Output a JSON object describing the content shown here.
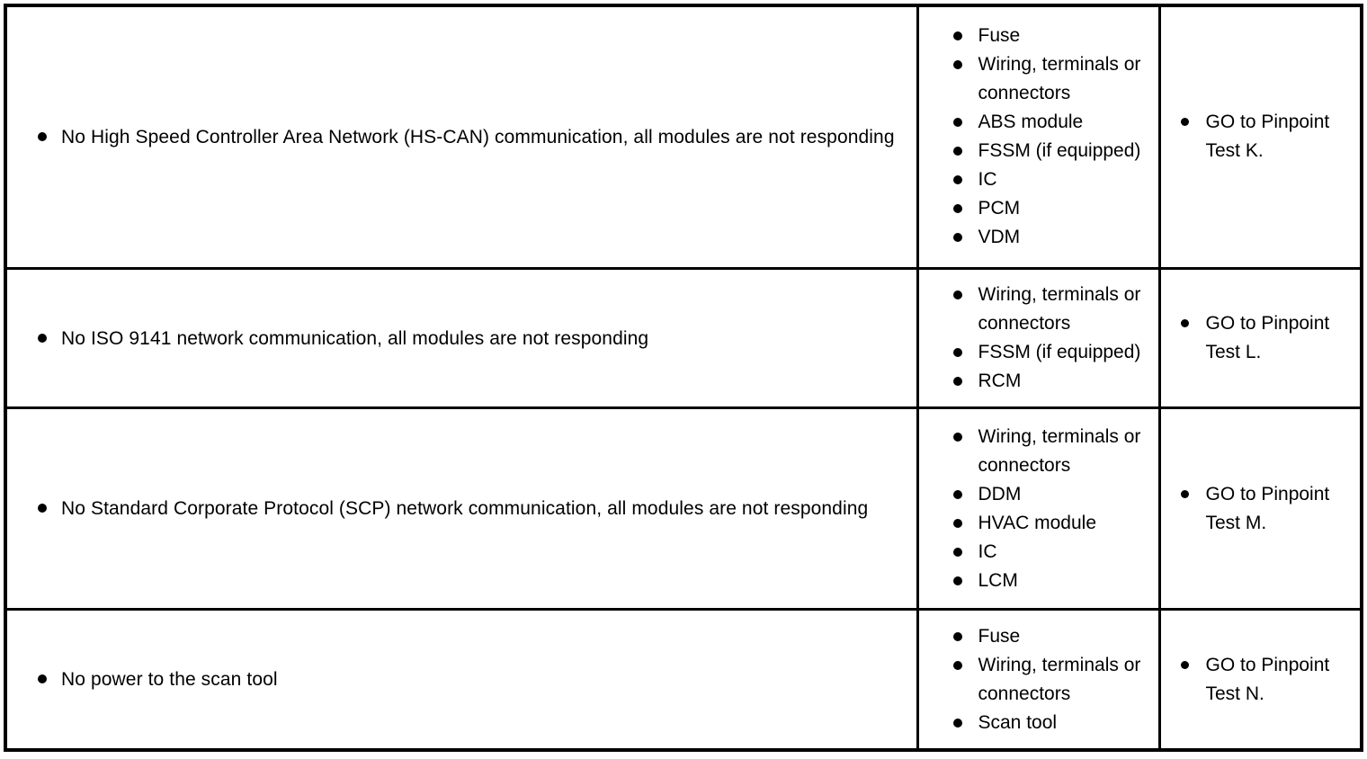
{
  "document": {
    "kind": "symptom-chart-table",
    "border_color": "#000000",
    "background_color": "#ffffff",
    "text_color": "#000000",
    "columns": 3,
    "rows": 4,
    "bullet_glyph": "filled-disc"
  },
  "table": {
    "rows": [
      {
        "symptom": "No High Speed Controller Area Network (HS-CAN) communication, all modules are not responding",
        "sources": [
          "Fuse",
          "Wiring, terminals or connectors",
          "ABS module",
          "FSSM (if equipped)",
          "IC",
          "PCM",
          "VDM"
        ],
        "actions": [
          "GO to Pinpoint Test K."
        ]
      },
      {
        "symptom": "No ISO 9141 network communication, all modules are not responding",
        "sources": [
          "Wiring, terminals or connectors",
          "FSSM (if equipped)",
          "RCM"
        ],
        "actions": [
          "GO to Pinpoint Test L."
        ]
      },
      {
        "symptom": "No Standard Corporate Protocol (SCP) network communication, all modules are not responding",
        "sources": [
          "Wiring, terminals or connectors",
          "DDM",
          "HVAC module",
          "IC",
          "LCM"
        ],
        "actions": [
          "GO to Pinpoint Test M."
        ]
      },
      {
        "symptom": "No power to the scan tool",
        "sources": [
          "Fuse",
          "Wiring, terminals or connectors",
          "Scan tool"
        ],
        "actions": [
          "GO to Pinpoint Test N."
        ]
      }
    ]
  }
}
